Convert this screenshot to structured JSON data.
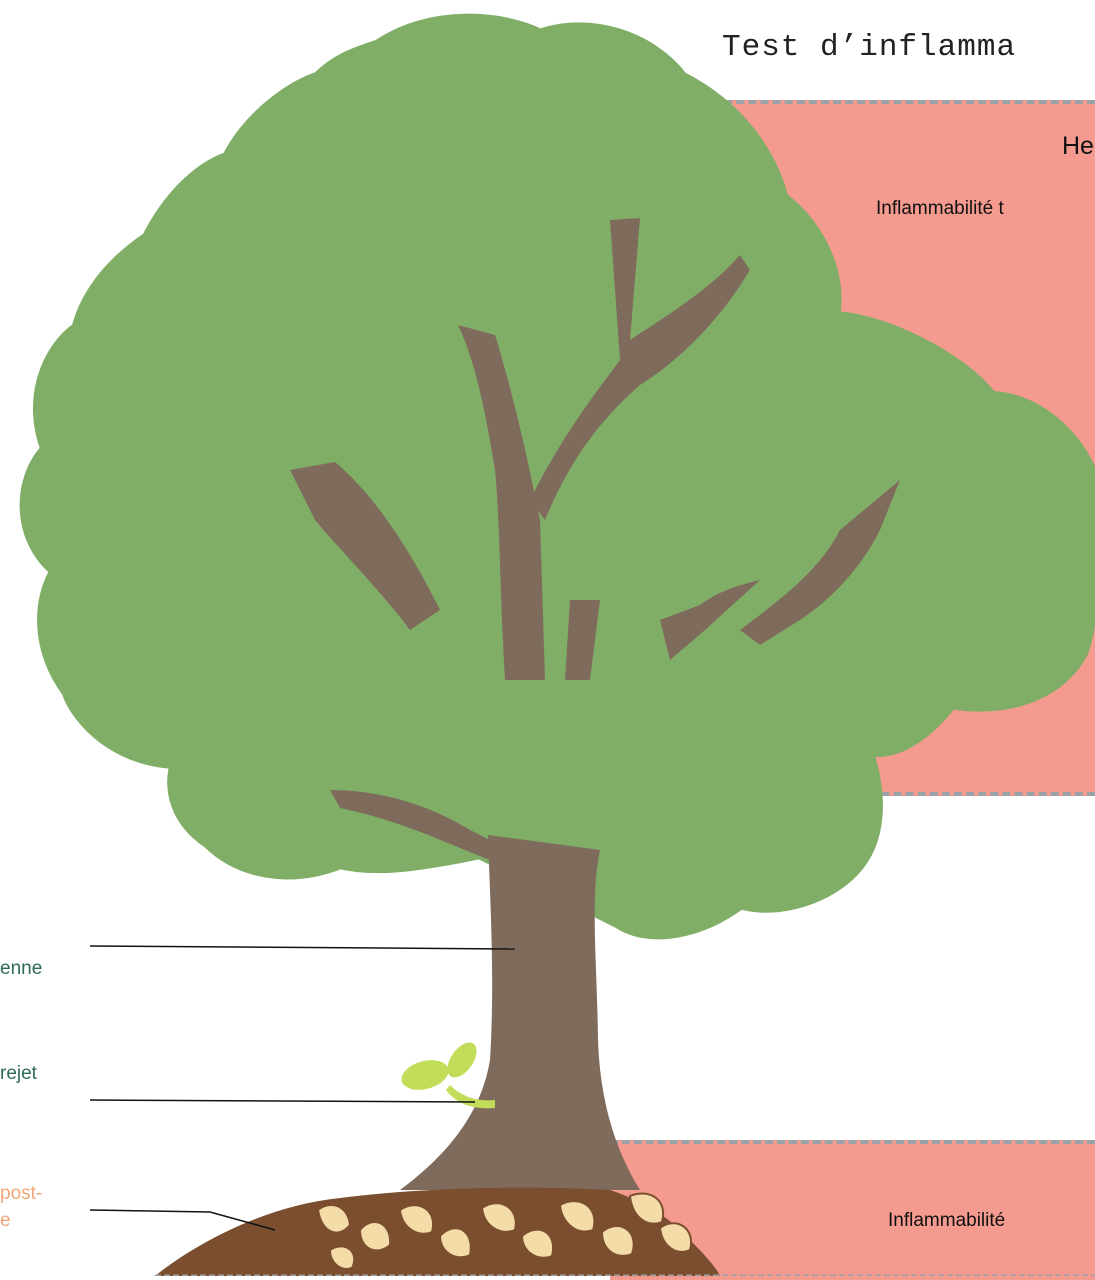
{
  "title": "Test d’inflamma",
  "top_panel": {
    "heading": "He",
    "caption": "Inflammabilité t"
  },
  "bottom_panel": {
    "caption": "Inflammabilité "
  },
  "side_labels": {
    "label_1": "enne",
    "label_2": "rejet",
    "label_3_line1": "post-",
    "label_3_line2": "e"
  },
  "colors": {
    "panel": "#f49a8e",
    "foliage": "#80ae67",
    "trunk": "#7f6b5c",
    "sprout": "#c2dd5a",
    "soil": "#7a4e2e",
    "litter": "#f3dca8",
    "dashed_border": "#9aa2a8"
  },
  "icons": [
    "tree-illustration",
    "sprout-icon",
    "leaf-litter-icon"
  ]
}
